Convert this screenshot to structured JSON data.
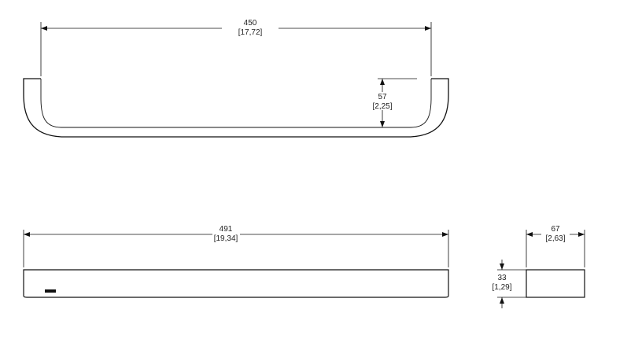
{
  "top_view": {
    "width_dim": {
      "mm": "450",
      "inch": "[17,72]"
    },
    "depth_dim": {
      "mm": "57",
      "inch": "[2,25]"
    }
  },
  "front_view": {
    "length_dim": {
      "mm": "491",
      "inch": "[19,34]"
    }
  },
  "side_view": {
    "width_dim": {
      "mm": "67",
      "inch": "[2,63]"
    },
    "height_dim": {
      "mm": "33",
      "inch": "[1,29]"
    }
  }
}
